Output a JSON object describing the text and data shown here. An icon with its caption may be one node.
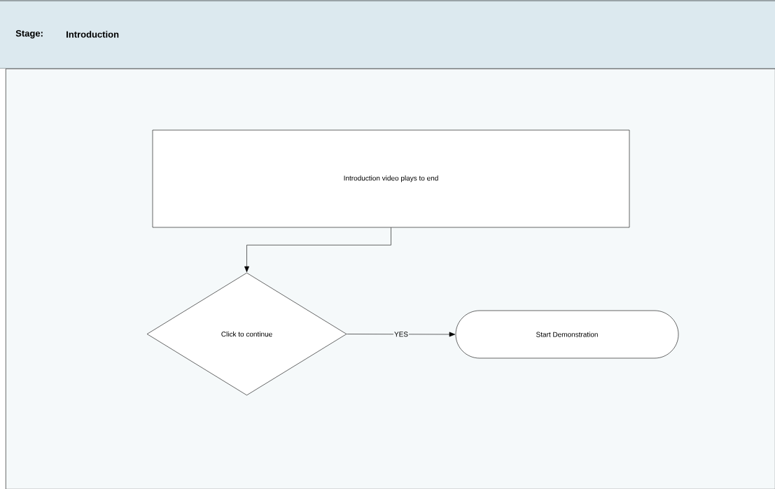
{
  "diagram": {
    "nodes": [
      {
        "text": [
          "Stage:",
          "Introduction"
        ]
      },
      {
        "text": [
          "Introduction video plays to end"
        ],
        "in": 0
      },
      {
        "text": [
          "Click to continue"
        ],
        "in": 0
      },
      {
        "text": [
          "Start Demonstration"
        ],
        "in": 0
      }
    ],
    "edges": [
      {
        "from": 1,
        "to": 2,
        "arrow": "to"
      },
      {
        "from": 2,
        "to": 3,
        "arrow": "to",
        "label": "YES"
      }
    ]
  }
}
